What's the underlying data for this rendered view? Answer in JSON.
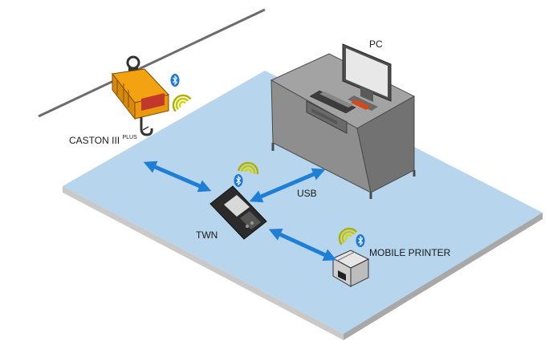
{
  "labels": {
    "pc": "PC",
    "crane_scale": "CASTON III",
    "crane_scale_suffix": "PLUS",
    "usb": "USB",
    "twn": "TWN",
    "mobile_printer": "MOBILE PRINTER"
  },
  "colors": {
    "floor_top": "#b7d6ee",
    "floor_edge": "#c9c9c9",
    "arrow": "#1f7fd6",
    "bluetooth": "#1a78d6",
    "wifi_inner": "#d6d600",
    "wifi_outer": "#b8b800",
    "crane_body": "#f3a312",
    "desk": "#8a8a8a",
    "screen": "#d44a1a"
  },
  "icons": [
    "bluetooth-icon",
    "wifi-signal-icon",
    "bidirectional-arrow-icon"
  ]
}
